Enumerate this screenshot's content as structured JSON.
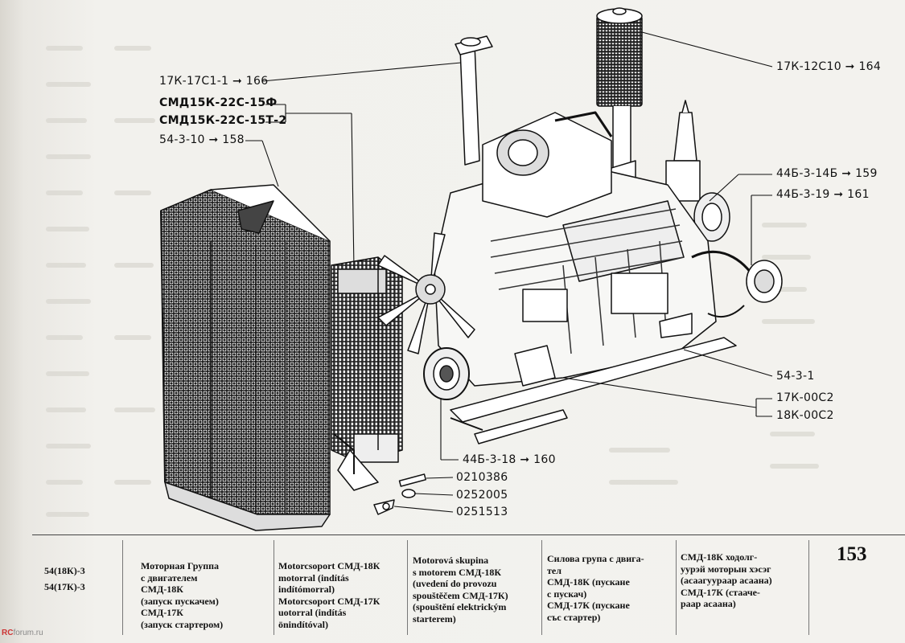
{
  "callouts": {
    "c1": "17К-17С1-1 ➞ 166",
    "c2": "СМД15К-22С-15Ф",
    "c3": "СМД15К-22С-15Т-2",
    "c4": "54-3-10 ➞ 158",
    "c5": "17К-12С10 ➞ 164",
    "c6": "44Б-3-14Б ➞ 159",
    "c7": "44Б-3-19 ➞ 161",
    "c8": "54-3-1",
    "c9": "17К-00С2",
    "c10": "18К-00С2",
    "c11": "44Б-3-18 ➞ 160",
    "c12": "0210386",
    "c13": "0252005",
    "c14": "0251513"
  },
  "footer": {
    "codes": [
      "54(18К)-3",
      "54(17К)-3"
    ],
    "col_ru": "Моторная Группа\nс двигателем\nСМД-18К\n(запуск пускачем)\nСМД-17К\n(запуск стартером)",
    "col_hu": "Motorcsoport СМД-18К\nmotorral (indítás\nindítómorral)\nMotorcsoport СМД-17К\nuotorral (indítás\nönindítóval)",
    "col_cz": "Motorová skupina\ns motorem СМД-18К\n(uvedení do provozu\nspouštěčem СМД-17К)\n(spouštění elektrickým\nstarterem)",
    "col_bg": "Силова група с двига-\nтел\nСМД-18К (пускане\nс пускач)\nСМД-17К (пускане\nсъс стартер)",
    "col_mn": "СМД-18К ходолг-\nуурэй моторын хэсэг\n(асаагуураар асаана)\nСМД-17К (стаачe-\nраар асаана)",
    "page_number": "153"
  },
  "watermark": {
    "prefix": "RC",
    "suffix": "forum.ru"
  }
}
